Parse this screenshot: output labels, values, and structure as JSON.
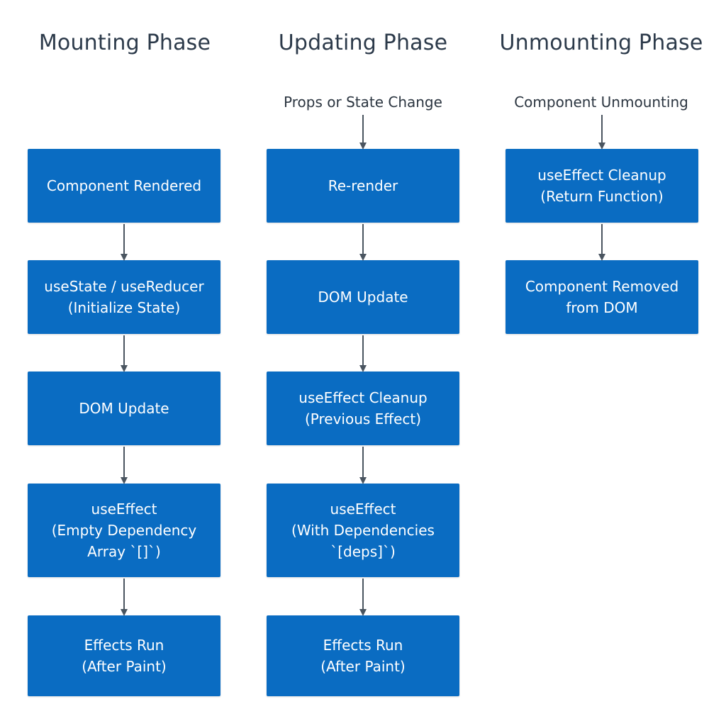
{
  "columns": [
    {
      "title": "Mounting Phase",
      "trigger": "",
      "boxes": [
        {
          "lines": [
            "Component Rendered"
          ]
        },
        {
          "lines": [
            "useState / useReducer",
            "(Initialize State)"
          ]
        },
        {
          "lines": [
            "DOM Update"
          ]
        },
        {
          "lines": [
            "useEffect",
            "(Empty Dependency",
            "Array `[]`)"
          ]
        },
        {
          "lines": [
            "Effects Run",
            "(After Paint)"
          ]
        }
      ]
    },
    {
      "title": "Updating Phase",
      "trigger": "Props or State Change",
      "boxes": [
        {
          "lines": [
            "Re-render"
          ]
        },
        {
          "lines": [
            "DOM Update"
          ]
        },
        {
          "lines": [
            "useEffect Cleanup",
            "(Previous Effect)"
          ]
        },
        {
          "lines": [
            "useEffect",
            "(With Dependencies",
            "`[deps]`)"
          ]
        },
        {
          "lines": [
            "Effects Run",
            "(After Paint)"
          ]
        }
      ]
    },
    {
      "title": "Unmounting Phase",
      "trigger": "Component Unmounting",
      "boxes": [
        {
          "lines": [
            "useEffect Cleanup",
            "(Return Function)"
          ]
        },
        {
          "lines": [
            "Component Removed",
            "from DOM"
          ]
        }
      ]
    }
  ],
  "colors": {
    "box_fill": "#0a6cc2",
    "box_text": "#ffffff",
    "title_text": "#2c3a4a",
    "arrow": "#4a5560"
  }
}
